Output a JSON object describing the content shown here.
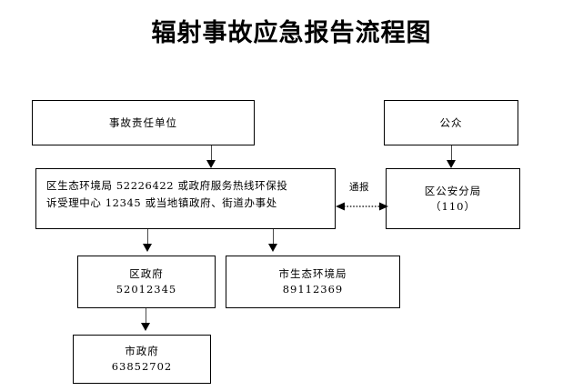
{
  "title": "辐射事故应急报告流程图",
  "nodes": {
    "responsible_unit": {
      "label": "事故责任单位"
    },
    "public": {
      "label": "公众"
    },
    "eco_bureau": {
      "line1": "区生态环境局 52226422 或政府服务热线环保投",
      "line2": "诉受理中心 12345 或当地镇政府、街道办事处"
    },
    "police": {
      "line1": "区公安分局",
      "line2": "（110）"
    },
    "district_gov": {
      "line1": "区政府",
      "line2": "52012345"
    },
    "city_eco_bureau": {
      "line1": "市生态环境局",
      "line2": "89112369"
    },
    "city_gov": {
      "line1": "市政府",
      "line2": "63852702"
    }
  },
  "edges": {
    "notify_label": "通报"
  },
  "colors": {
    "border": "#000000",
    "connector": "#4a4a4a",
    "background": "#ffffff",
    "text": "#000000"
  }
}
